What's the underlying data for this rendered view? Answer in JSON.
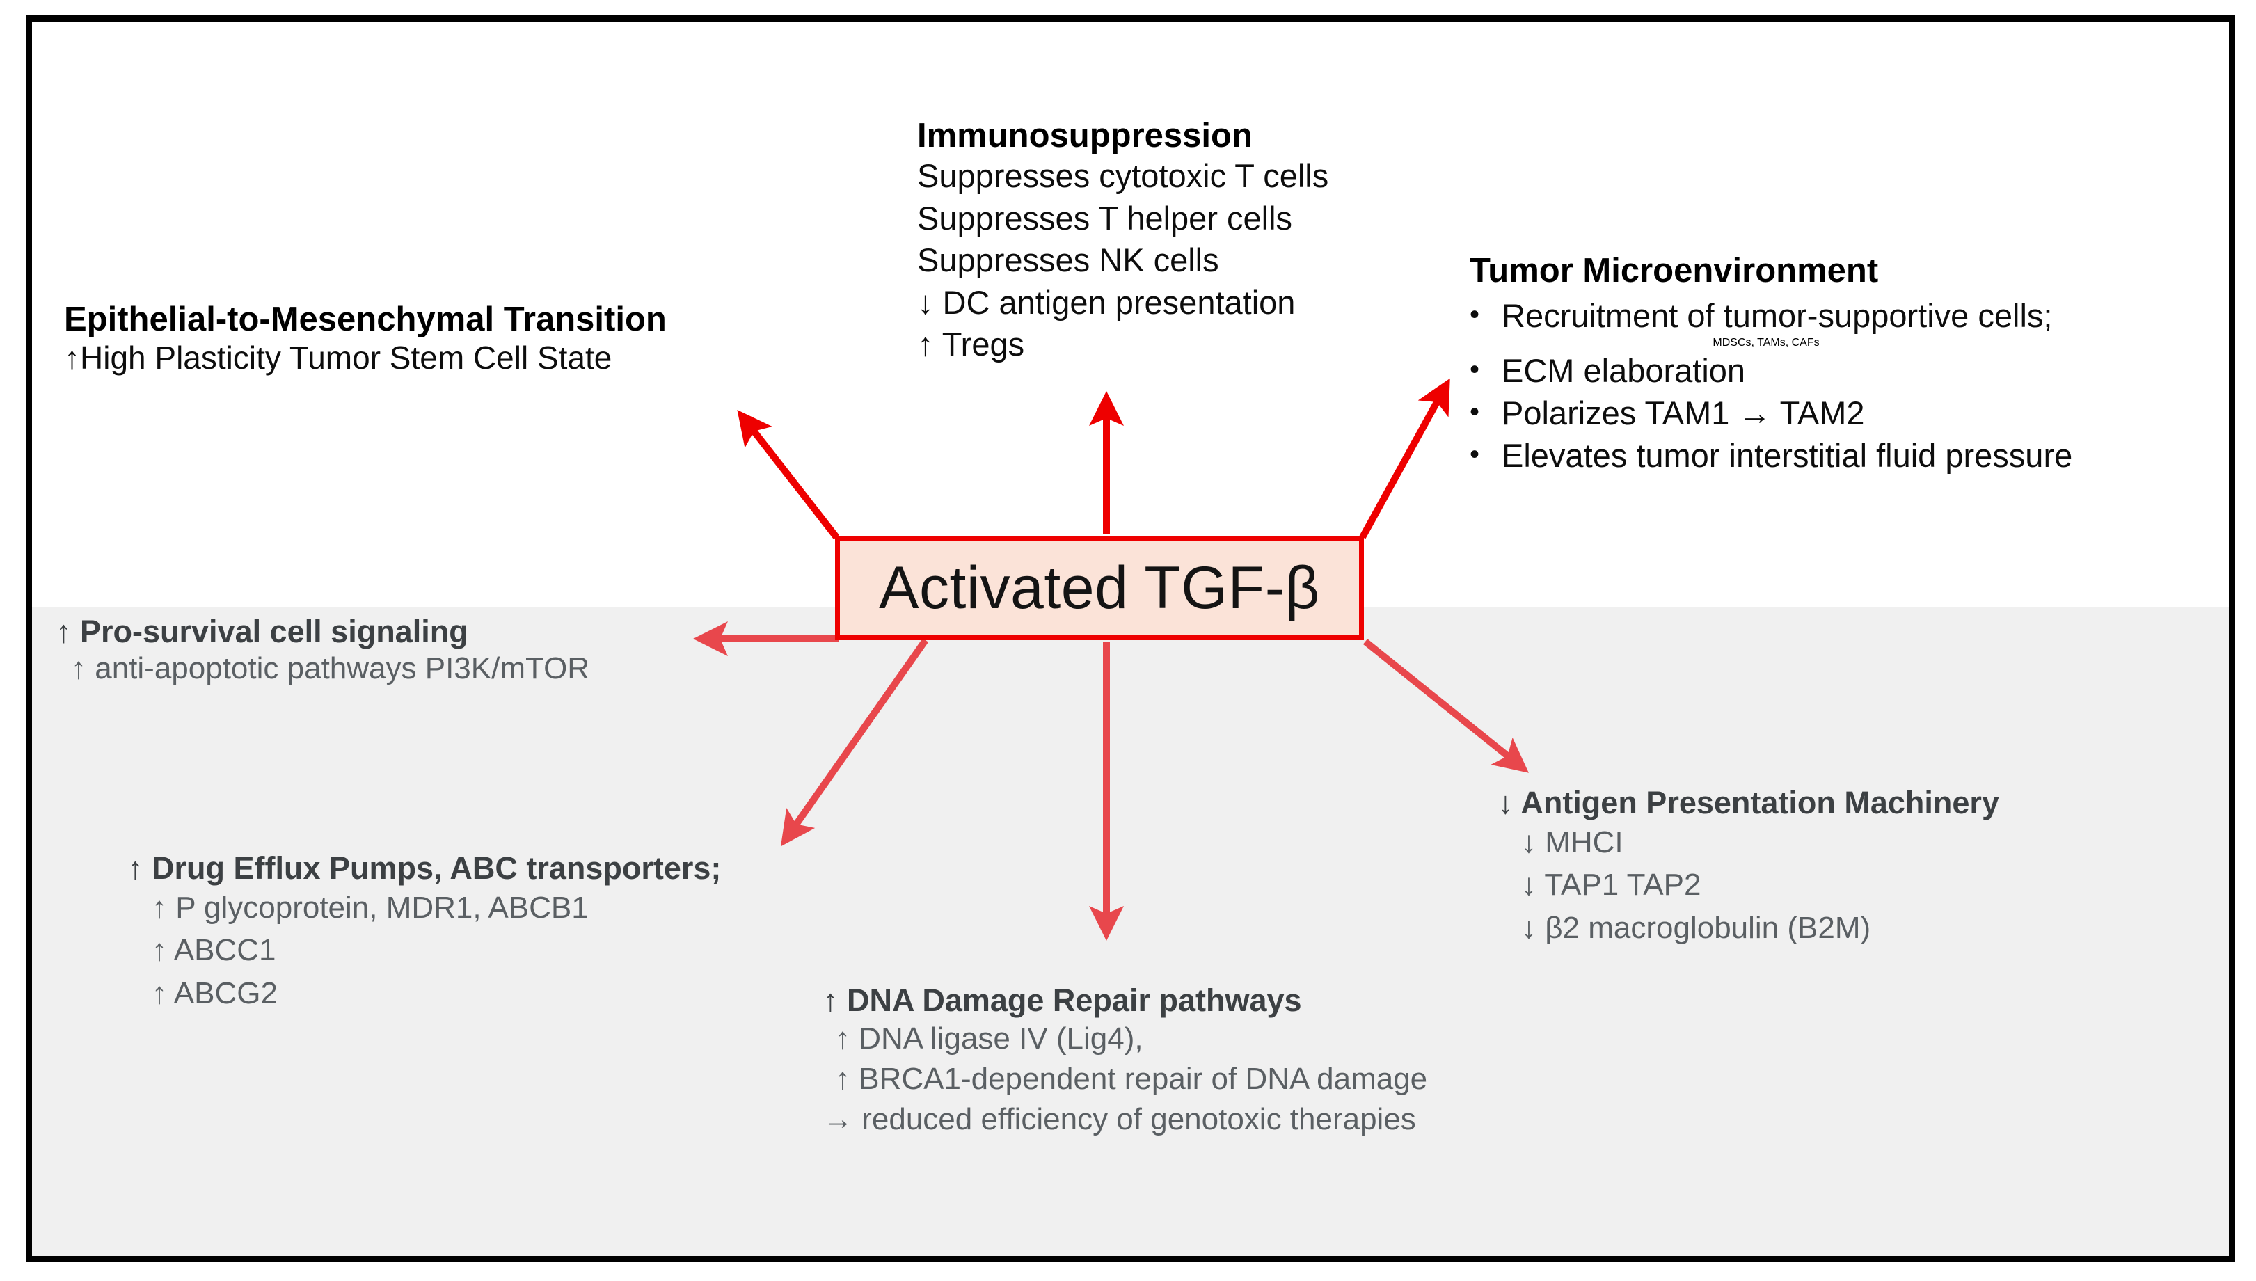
{
  "diagram": {
    "title": "Activated TGF-β downstream effects",
    "center": {
      "label": "Activated TGF-β"
    },
    "colors": {
      "arrow_upper": "#ee0000",
      "arrow_lower": "#e8474c",
      "node_fill": "#fbe3d8",
      "node_border": "#ee0000",
      "frame": "#000000",
      "band": "#f0f0f0"
    },
    "blocks": {
      "emt": {
        "heading": "Epithelial-to-Mesenchymal Transition",
        "lines": [
          "↑High Plasticity Tumor Stem Cell State"
        ]
      },
      "immunosuppression": {
        "heading": "Immunosuppression",
        "lines": [
          "Suppresses cytotoxic T cells",
          "Suppresses T helper cells",
          "Suppresses NK cells",
          "↓ DC antigen presentation",
          "↑ Tregs"
        ]
      },
      "tumor_microenvironment": {
        "heading": "Tumor Microenvironment",
        "bullets": [
          "Recruitment of tumor-supportive cells;",
          "ECM elaboration",
          "Polarizes TAM1 → TAM2",
          "Elevates tumor interstitial fluid pressure"
        ],
        "bullet_continuation": "MDSCs, TAMs, CAFs",
        "bullet_glyph": "•"
      },
      "pro_survival": {
        "heading": "↑ Pro-survival cell signaling",
        "lines": [
          "↑ anti-apoptotic pathways PI3K/mTOR"
        ]
      },
      "drug_efflux": {
        "heading": "↑ Drug Efflux Pumps, ABC transporters;",
        "lines": [
          "↑ P glycoprotein, MDR1, ABCB1",
          "↑ ABCC1",
          "↑ ABCG2"
        ]
      },
      "dna_damage_repair": {
        "heading": "↑ DNA Damage Repair pathways",
        "lines": [
          "↑ DNA ligase IV (Lig4),",
          "↑ BRCA1-dependent repair of DNA damage",
          "→ reduced efficiency of genotoxic therapies"
        ]
      },
      "antigen_presentation": {
        "heading": "↓ Antigen Presentation Machinery",
        "lines": [
          "↓ MHCI",
          "↓ TAP1 TAP2",
          "↓ β2 macroglobulin (B2M)"
        ]
      }
    },
    "arrows": [
      {
        "name": "arrow-to-emt",
        "from": "center",
        "to": "emt"
      },
      {
        "name": "arrow-to-immunosuppression",
        "from": "center",
        "to": "immunosuppression"
      },
      {
        "name": "arrow-to-tumor-microenvironment",
        "from": "center",
        "to": "tumor_microenvironment"
      },
      {
        "name": "arrow-to-pro-survival",
        "from": "center",
        "to": "pro_survival"
      },
      {
        "name": "arrow-to-drug-efflux",
        "from": "center",
        "to": "drug_efflux"
      },
      {
        "name": "arrow-to-dna-damage-repair",
        "from": "center",
        "to": "dna_damage_repair"
      },
      {
        "name": "arrow-to-antigen-presentation",
        "from": "center",
        "to": "antigen_presentation"
      }
    ]
  }
}
